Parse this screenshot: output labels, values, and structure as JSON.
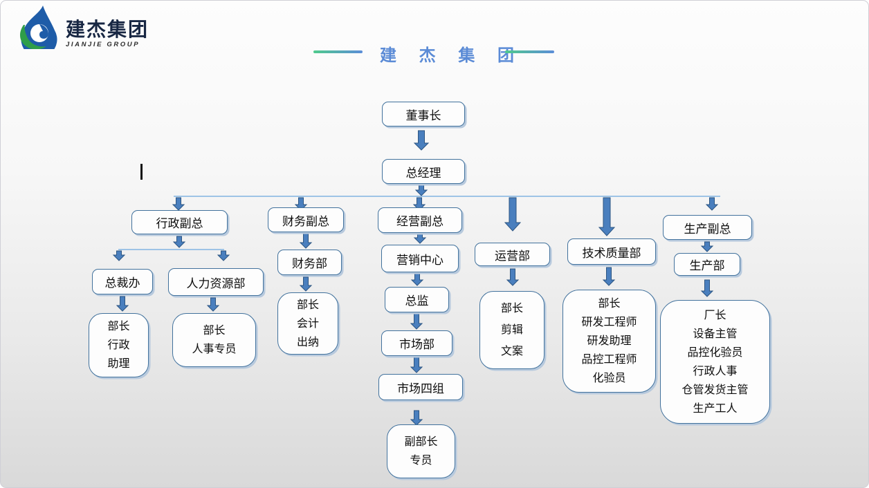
{
  "logo": {
    "brand_cn": "建杰集团",
    "brand_en": "JIANJIE GROUP"
  },
  "header": {
    "title": "建 杰 集 团"
  },
  "colors": {
    "accent_title": "#5b8bd6",
    "title_dash_green": "#4fca8c",
    "title_dash_blue": "#5b8dd8",
    "box_border": "#41719c",
    "arrow_fill": "#4a7fbe",
    "arrow_stroke": "#2c5582",
    "connector_line": "#9dc3e6",
    "logo_blue": "#1e5ca8",
    "logo_green": "#2f9e49"
  },
  "diagram": {
    "type": "org-chart",
    "nodes": [
      {
        "id": "chairman",
        "label": "董事长"
      },
      {
        "id": "general-manager",
        "label": "总经理"
      },
      {
        "id": "vp-admin",
        "label": "行政副总"
      },
      {
        "id": "vp-finance",
        "label": "财务副总"
      },
      {
        "id": "vp-business",
        "label": "经营副总"
      },
      {
        "id": "dept-operations",
        "label": "运营部"
      },
      {
        "id": "dept-tech-quality",
        "label": "技术质量部"
      },
      {
        "id": "vp-production",
        "label": "生产副总"
      },
      {
        "id": "president-office",
        "label": "总裁办"
      },
      {
        "id": "dept-hr",
        "label": "人力资源部"
      },
      {
        "id": "staff-admin",
        "label": "部长\n行政\n助理"
      },
      {
        "id": "staff-hr",
        "label": "部长\n人事专员"
      },
      {
        "id": "dept-finance",
        "label": "财务部"
      },
      {
        "id": "staff-finance",
        "label": "部长\n会计\n出纳"
      },
      {
        "id": "marketing-center",
        "label": "营销中心"
      },
      {
        "id": "director",
        "label": "总监"
      },
      {
        "id": "dept-market",
        "label": "市场部"
      },
      {
        "id": "market-group4",
        "label": "市场四组"
      },
      {
        "id": "staff-market",
        "label": "副部长\n专员"
      },
      {
        "id": "staff-operations",
        "label": "部长\n剪辑\n文案"
      },
      {
        "id": "staff-tech",
        "label": "部长\n研发工程师\n研发助理\n品控工程师\n化验员"
      },
      {
        "id": "dept-production",
        "label": "生产部"
      },
      {
        "id": "staff-production",
        "label": "厂长\n设备主管\n品控化验员\n行政人事\n仓管发货主管\n生产工人"
      }
    ],
    "edges": [
      "chairman>general-manager",
      "general-manager>vp-admin",
      "general-manager>vp-finance",
      "general-manager>vp-business",
      "general-manager>dept-operations",
      "general-manager>dept-tech-quality",
      "general-manager>vp-production",
      "vp-admin>president-office",
      "vp-admin>dept-hr",
      "president-office>staff-admin",
      "dept-hr>staff-hr",
      "vp-finance>dept-finance",
      "dept-finance>staff-finance",
      "vp-business>marketing-center",
      "marketing-center>director",
      "director>dept-market",
      "dept-market>market-group4",
      "market-group4>staff-market",
      "dept-operations>staff-operations",
      "dept-tech-quality>staff-tech",
      "vp-production>dept-production",
      "dept-production>staff-production"
    ]
  }
}
